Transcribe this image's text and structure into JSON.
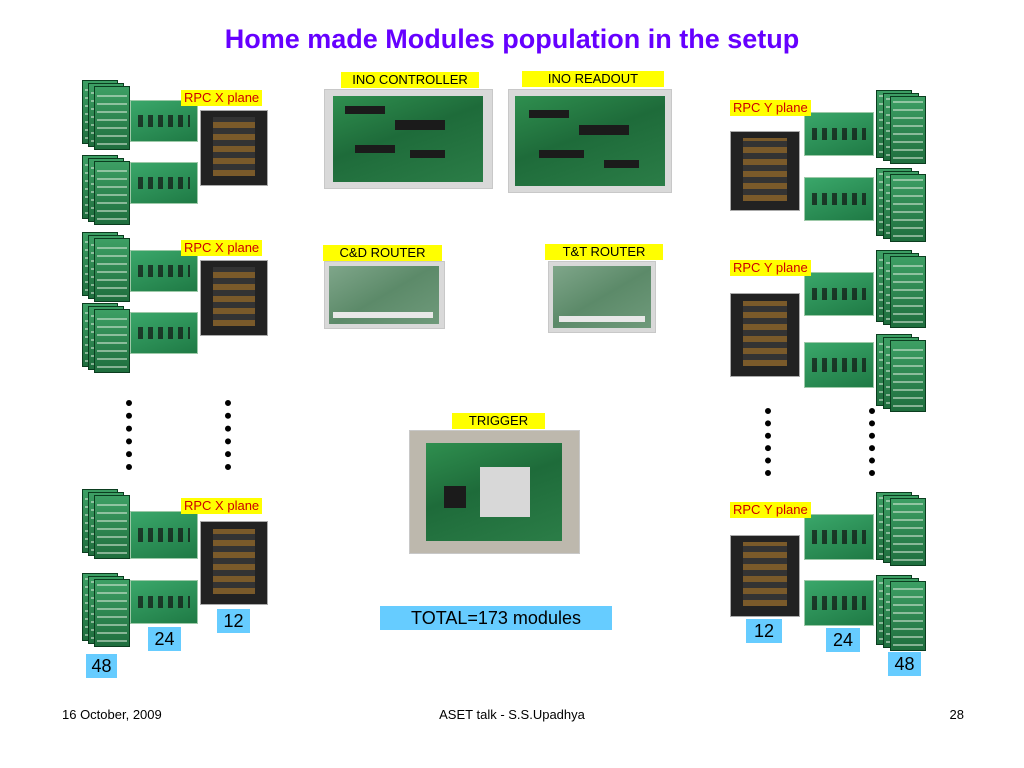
{
  "slide": {
    "title": "Home made Modules population in the setup",
    "labels": {
      "ino_controller": "INO CONTROLLER",
      "ino_readout": "INO READOUT",
      "cd_router": "C&D ROUTER",
      "tt_router": "T&T ROUTER",
      "trigger": "TRIGGER"
    },
    "rpc_x": [
      "RPC X plane",
      "RPC X plane",
      "RPC X plane"
    ],
    "rpc_y": [
      "RPC Y plane",
      "RPC Y plane",
      "RPC Y plane"
    ],
    "counts_left": {
      "a": "48",
      "b": "24",
      "c": "12"
    },
    "counts_right": {
      "a": "12",
      "b": "24",
      "c": "48"
    },
    "total": "TOTAL=173 modules",
    "footer": {
      "date": "16 October, 2009",
      "center": "ASET talk -  S.S.Upadhya",
      "page": "28"
    }
  }
}
